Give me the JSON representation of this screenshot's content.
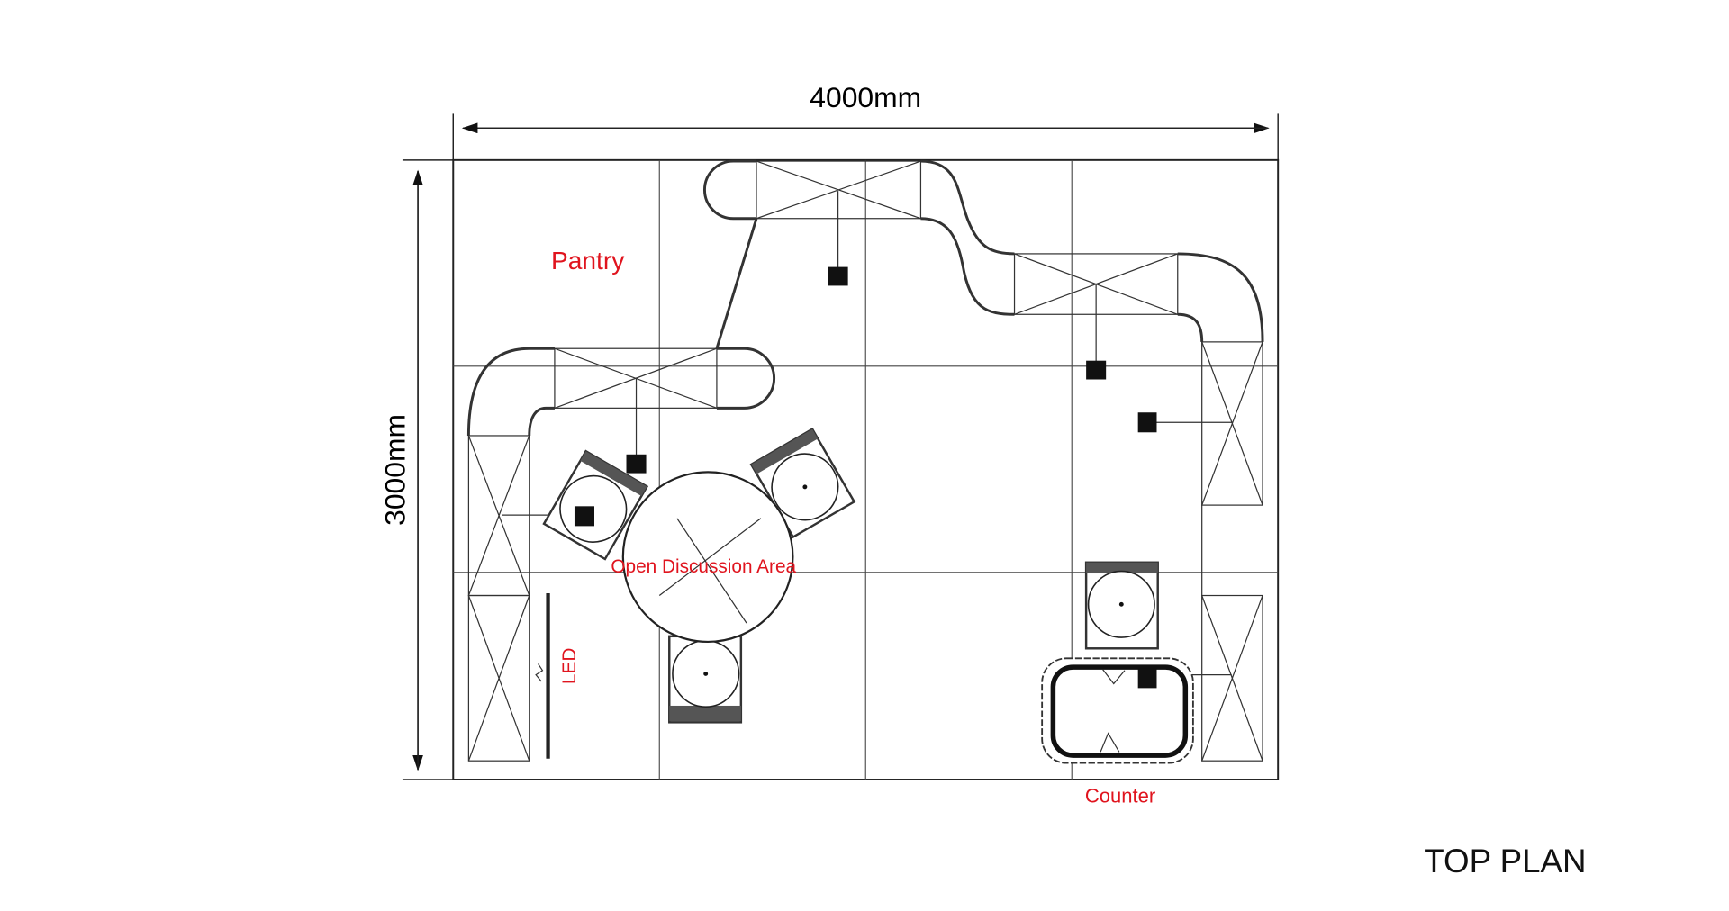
{
  "title": "TOP PLAN",
  "dimensions": {
    "width": "4000mm",
    "height": "3000mm"
  },
  "labels": {
    "pantry": "Pantry",
    "discussion": "Open Discussion Area",
    "led": "LED",
    "counter": "Counter"
  },
  "colors": {
    "label": "#e0141e",
    "line": "#222222"
  }
}
